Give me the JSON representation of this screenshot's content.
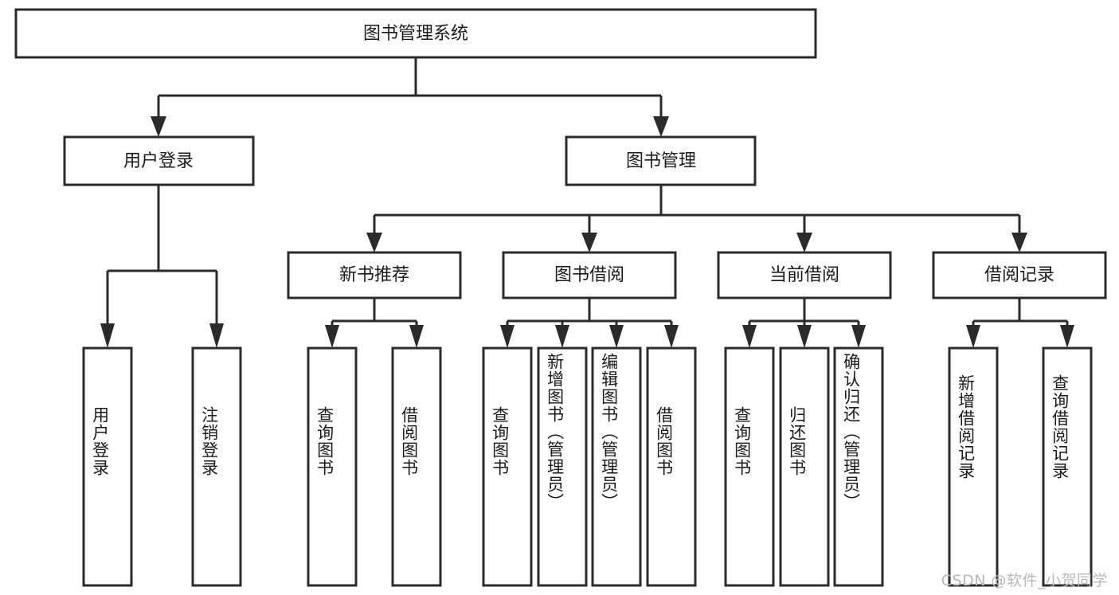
{
  "diagram": {
    "title": "图书管理系统",
    "type": "tree-hierarchy",
    "orientation": "top-down",
    "colors": {
      "box_stroke": "#2b2b2b",
      "box_fill": "#ffffff",
      "text": "#1a1a1a",
      "connector": "#2b2b2b",
      "watermark": "#b9b9b9",
      "background": "#ffffff"
    }
  },
  "root": {
    "label": "图书管理系统"
  },
  "level2": [
    {
      "label": "用户登录"
    },
    {
      "label": "图书管理"
    }
  ],
  "level3": [
    {
      "label": "新书推荐"
    },
    {
      "label": "图书借阅"
    },
    {
      "label": "当前借阅"
    },
    {
      "label": "借阅记录"
    }
  ],
  "leaves": {
    "user_login": [
      {
        "label": "用户登录"
      },
      {
        "label": "注销登录"
      }
    ],
    "new_book_recommend": [
      {
        "label": "查询图书"
      },
      {
        "label": "借阅图书"
      }
    ],
    "book_borrow": [
      {
        "label": "查询图书"
      },
      {
        "label": "新增图书（管理员）"
      },
      {
        "label": "编辑图书（管理员）"
      },
      {
        "label": "借阅图书"
      }
    ],
    "current_borrow": [
      {
        "label": "查询图书"
      },
      {
        "label": "归还图书"
      },
      {
        "label": "确认归还（管理员）"
      }
    ],
    "borrow_record": [
      {
        "label": "新增借阅记录"
      },
      {
        "label": "查询借阅记录"
      }
    ]
  },
  "watermark": {
    "text": "CSDN @软件_小贺同学"
  }
}
